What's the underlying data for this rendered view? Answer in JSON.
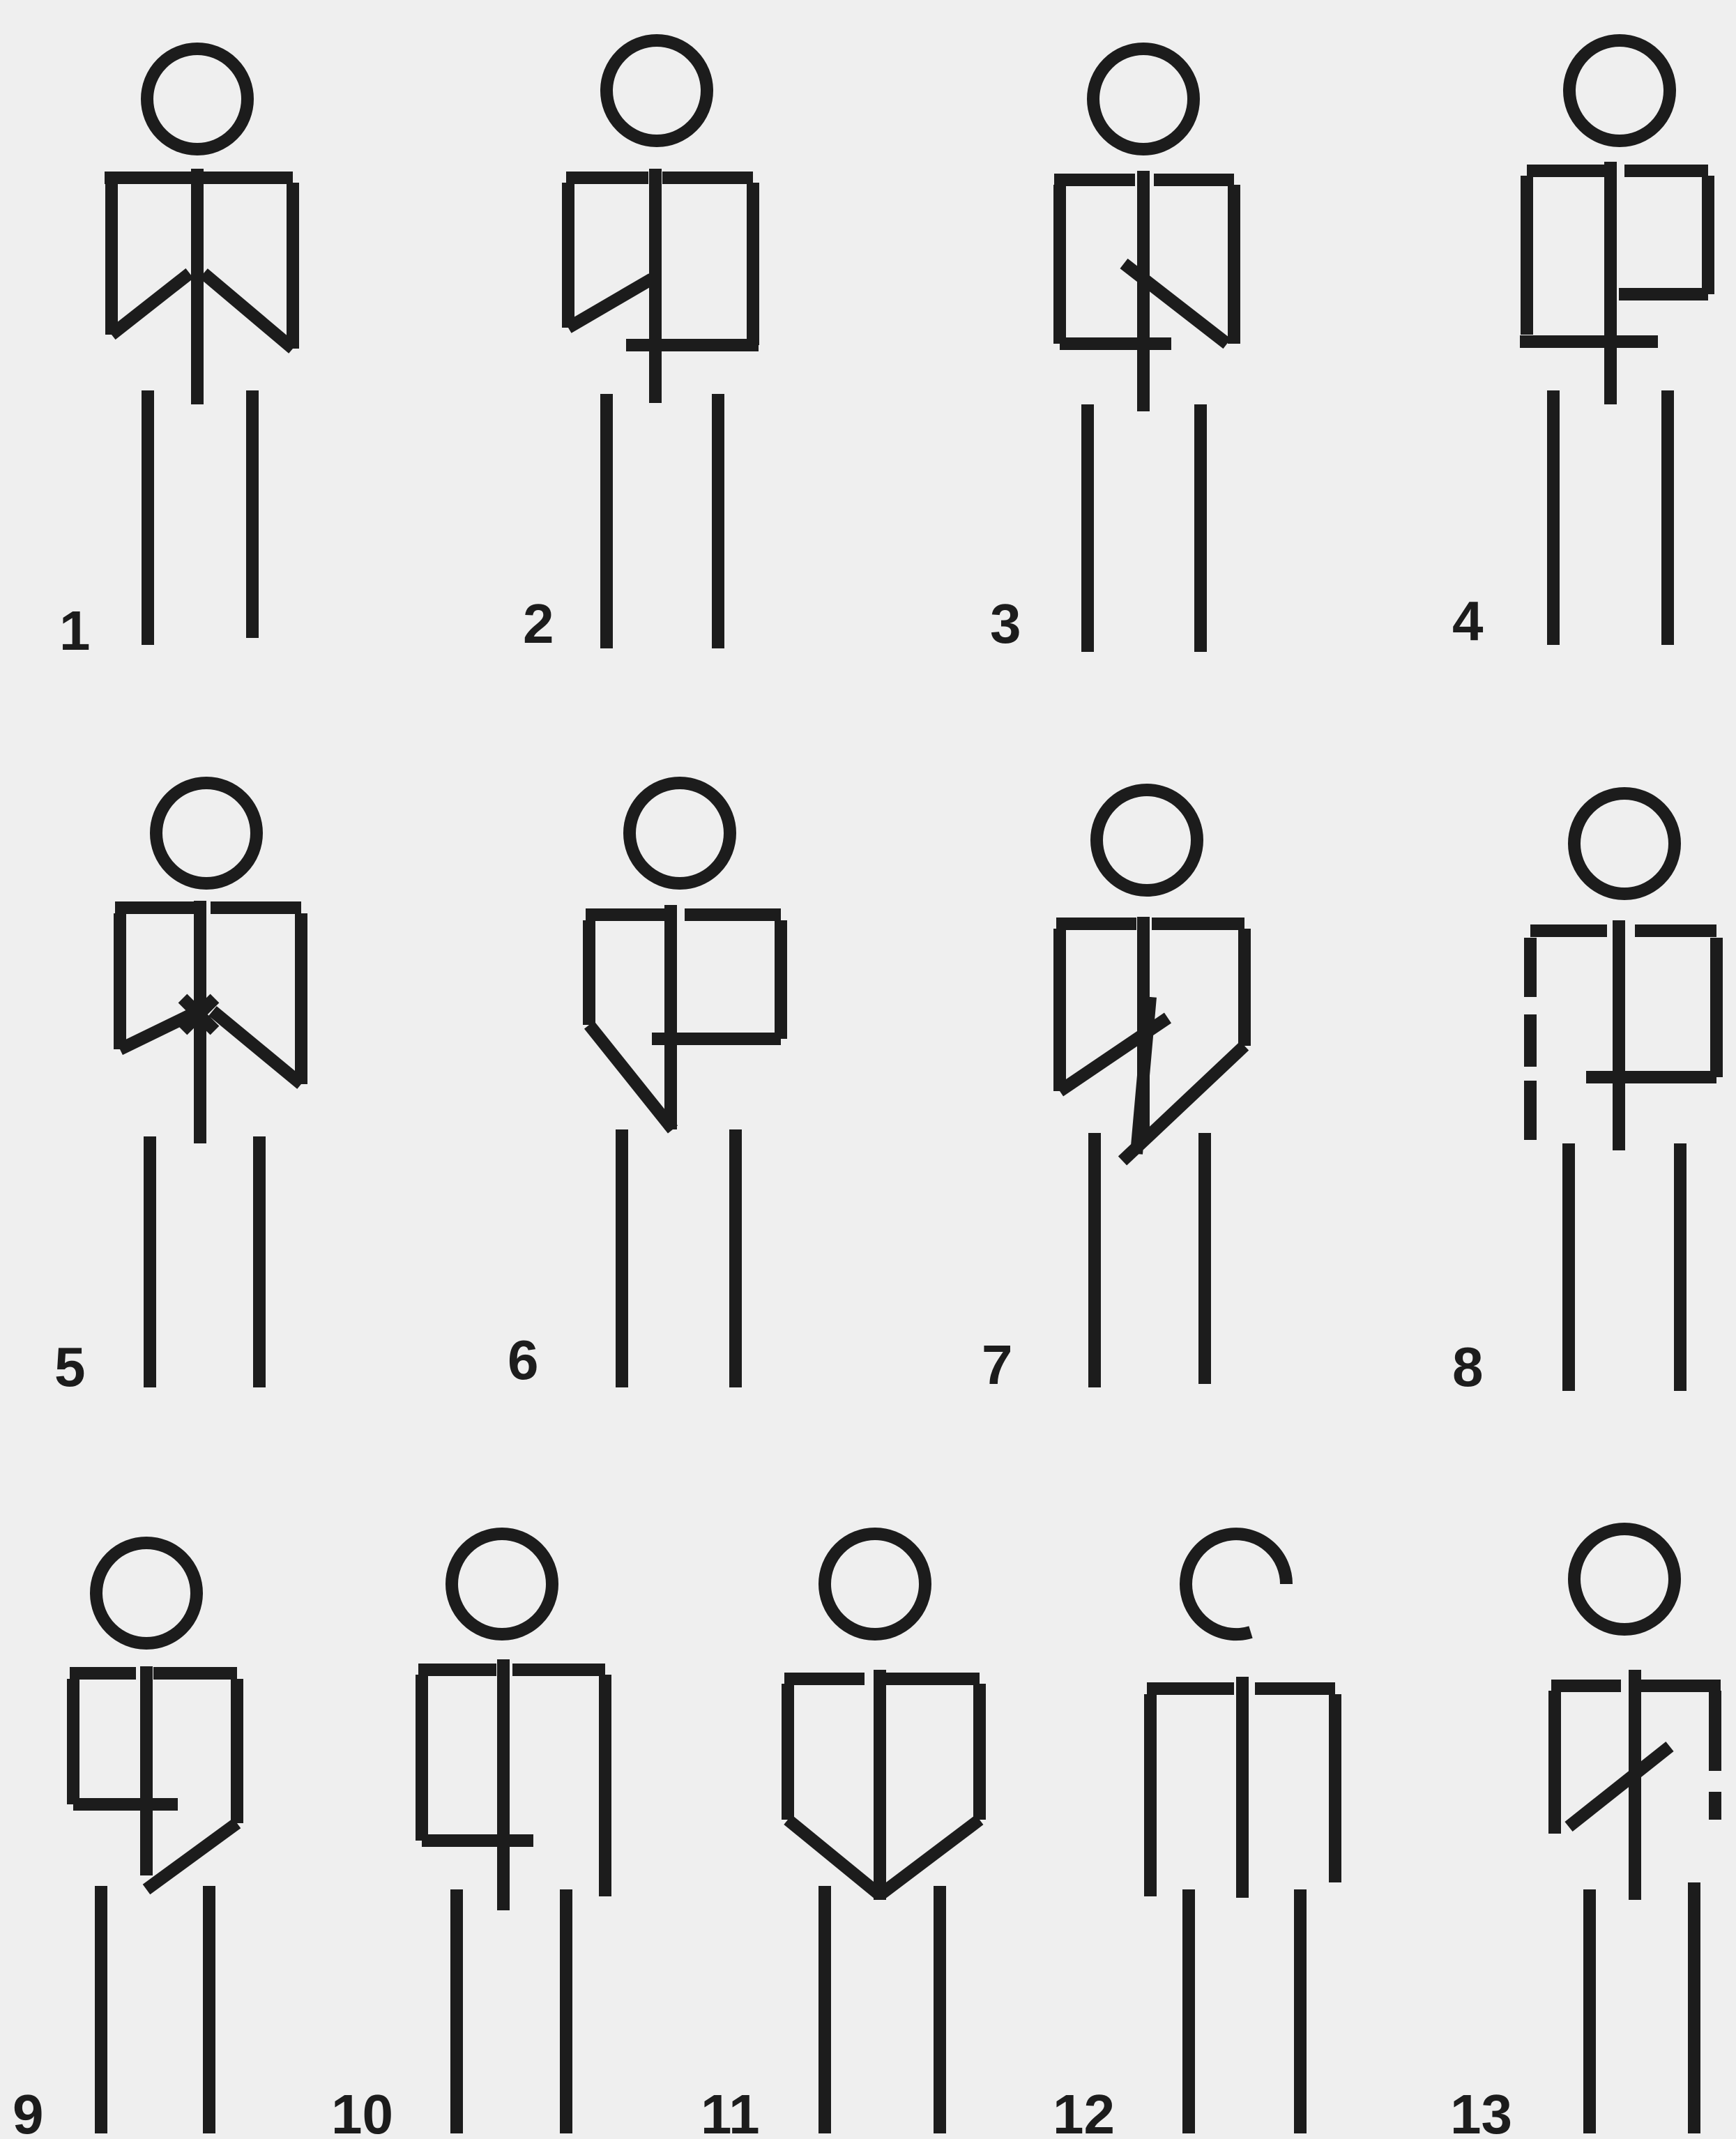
{
  "figures": [
    {
      "number": "1"
    },
    {
      "number": "2"
    },
    {
      "number": "3"
    },
    {
      "number": "4"
    },
    {
      "number": "5"
    },
    {
      "number": "6"
    },
    {
      "number": "7"
    },
    {
      "number": "8"
    },
    {
      "number": "9"
    },
    {
      "number": "10"
    },
    {
      "number": "11"
    },
    {
      "number": "12"
    },
    {
      "number": "13"
    }
  ]
}
